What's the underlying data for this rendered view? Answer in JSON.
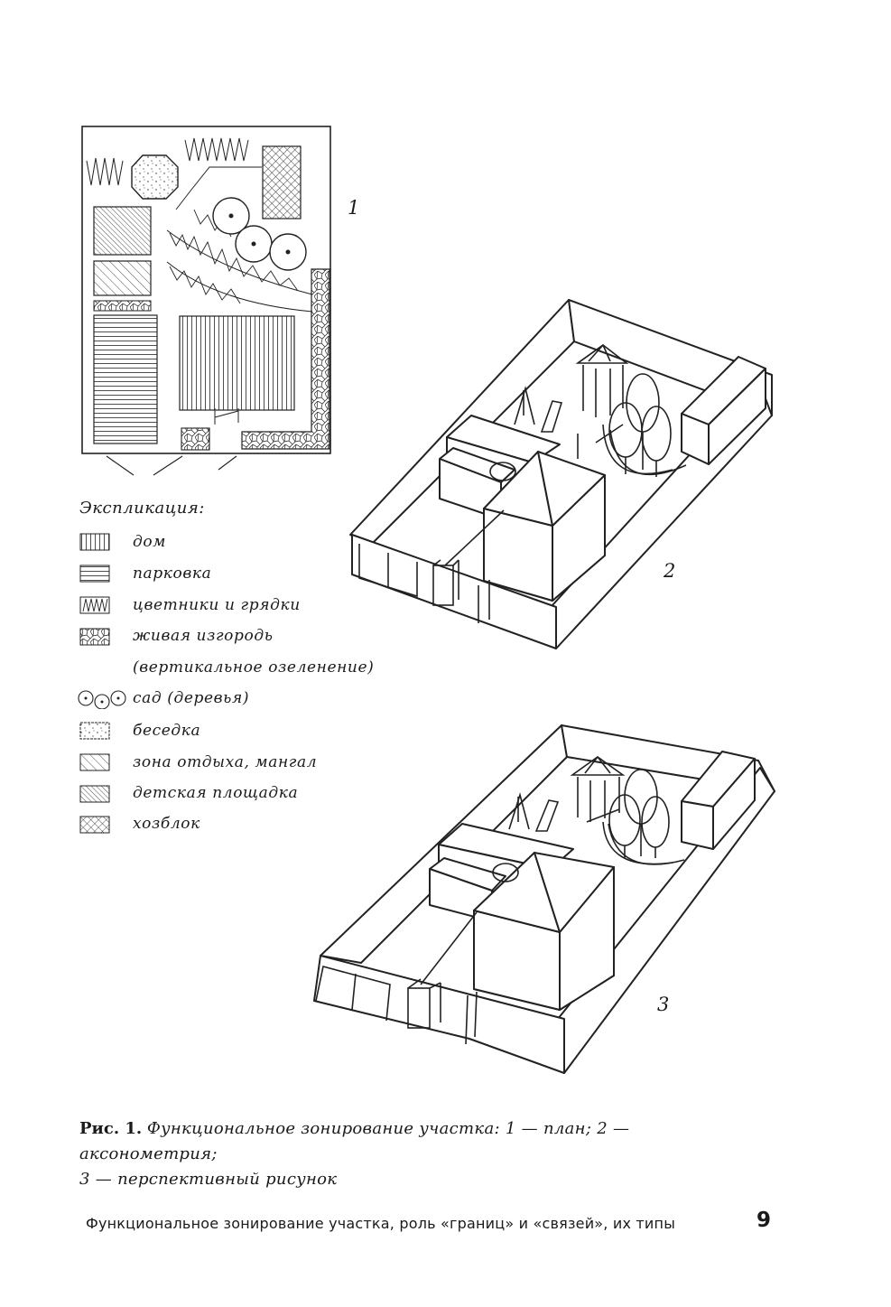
{
  "figure": {
    "label_plan": "1",
    "label_axonometry": "2",
    "label_perspective": "3"
  },
  "explication": {
    "title": "Экспликация:",
    "items": [
      {
        "icon": "vertical-hatch-icon",
        "label": "дом"
      },
      {
        "icon": "horizontal-hatch-icon",
        "label": "парковка"
      },
      {
        "icon": "zigzag-icon",
        "label": "цветники и грядки"
      },
      {
        "icon": "mosaic-icon",
        "label": "живая изгородь"
      },
      {
        "icon": "",
        "label": "(вертикальное озеленение)"
      },
      {
        "icon": "trees-icon",
        "label": "сад (деревья)"
      },
      {
        "icon": "dotted-icon",
        "label": "беседка"
      },
      {
        "icon": "diagonal-hatch-icon",
        "label": "зона отдыха, мангал"
      },
      {
        "icon": "dense-diagonal-hatch-icon",
        "label": "детская площадка"
      },
      {
        "icon": "crosshatch-icon",
        "label": "хозблок"
      }
    ]
  },
  "caption": {
    "prefix": "Рис. 1.",
    "line1": "Функциональное зонирование участка: 1 — план; 2 — аксонометрия;",
    "line2": "3 — перспективный рисунок"
  },
  "footer": {
    "running_title": "Функциональное зонирование участка, роль «границ» и «связей», их типы",
    "page_number": "9"
  }
}
